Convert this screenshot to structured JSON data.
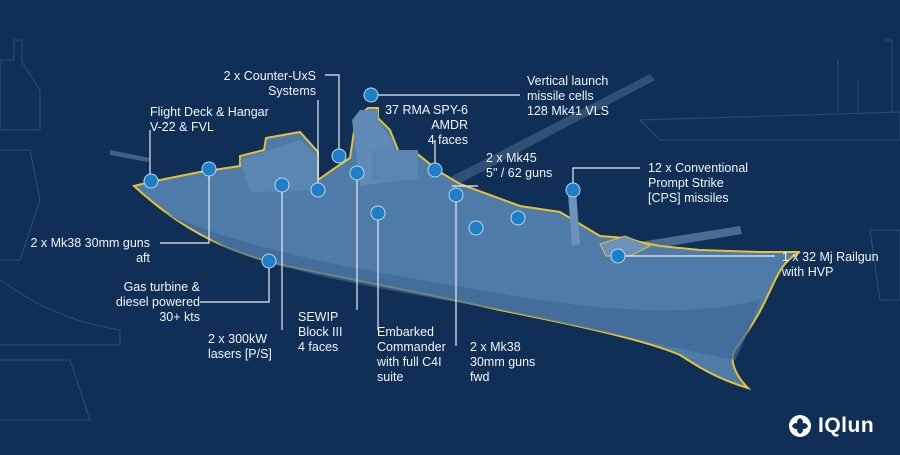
{
  "colors": {
    "background": "#0f2f57",
    "ship": "#4f7ba8",
    "outline": "#e6c03a",
    "marker": "#1e7fc9",
    "leader": "#e9eef3"
  },
  "labels": {
    "counter_uxs": "2 x Counter-UxS\nSystems",
    "vls": "Vertical launch\nmissile cells\n128 Mk41 VLS",
    "flight_deck": "Flight Deck & Hangar\nV-22 & FVL",
    "spy6": "37 RMA SPY-6\nAMDR\n4 faces",
    "mk45": "2 x Mk45\n5\" / 62 guns",
    "cps": "12 x Conventional\nPrompt Strike\n[CPS] missiles",
    "mk38_aft": "2 x Mk38 30mm guns\naft",
    "railgun": "1 x 32 Mj Railgun\nwith HVP",
    "propulsion": "Gas turbine &\ndiesel powered\n30+ kts",
    "lasers": "2 x 300kW\nlasers [P/S]",
    "sewip": "SEWIP\nBlock III\n4 faces",
    "c4i": "Embarked\nCommander\nwith full C4I\nsuite",
    "mk38_fwd": "2 x Mk38\n30mm guns\nfwd"
  },
  "brand": {
    "name": "IQlun",
    "icon": "swirl-logo-icon"
  }
}
